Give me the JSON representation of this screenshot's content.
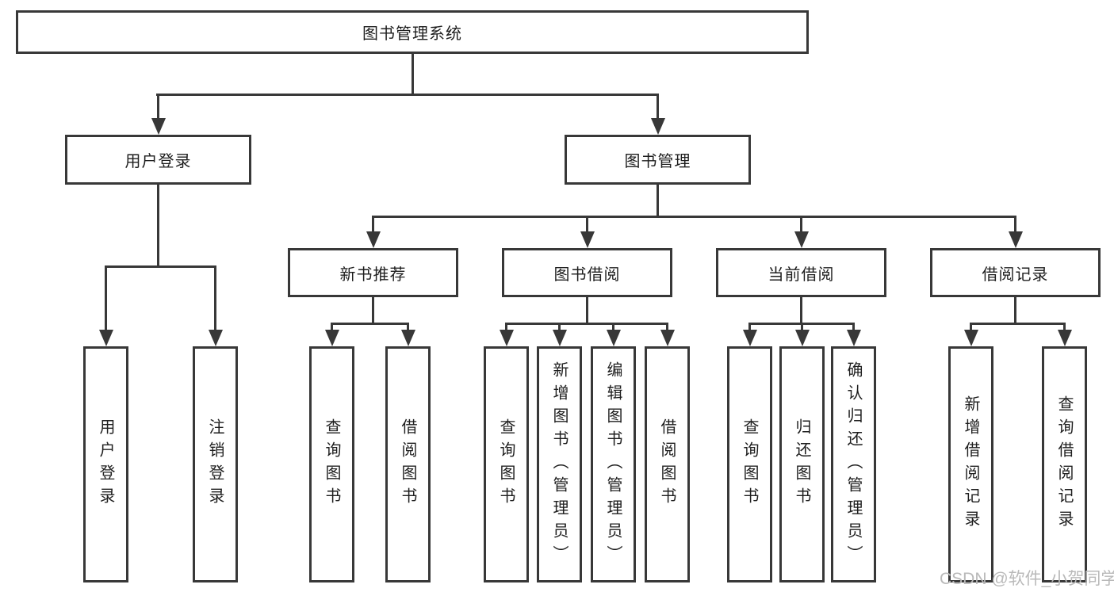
{
  "diagram": {
    "root": {
      "label": "图书管理系统"
    },
    "level2": [
      {
        "id": "user-login",
        "label": "用户登录"
      },
      {
        "id": "book-management",
        "label": "图书管理"
      }
    ],
    "level3": [
      {
        "id": "new-book-recommend",
        "parent": "图书管理",
        "label": "新书推荐"
      },
      {
        "id": "book-borrow",
        "parent": "图书管理",
        "label": "图书借阅"
      },
      {
        "id": "current-borrow",
        "parent": "图书管理",
        "label": "当前借阅"
      },
      {
        "id": "borrow-records",
        "parent": "图书管理",
        "label": "借阅记录"
      }
    ],
    "leaves": [
      {
        "parent": "用户登录",
        "label": "用户登录"
      },
      {
        "parent": "用户登录",
        "label": "注销登录"
      },
      {
        "parent": "新书推荐",
        "label": "查询图书"
      },
      {
        "parent": "新书推荐",
        "label": "借阅图书"
      },
      {
        "parent": "图书借阅",
        "label": "查询图书"
      },
      {
        "parent": "图书借阅",
        "label": "新增图书（管理员）"
      },
      {
        "parent": "图书借阅",
        "label": "编辑图书（管理员）"
      },
      {
        "parent": "图书借阅",
        "label": "借阅图书"
      },
      {
        "parent": "当前借阅",
        "label": "查询图书"
      },
      {
        "parent": "当前借阅",
        "label": "归还图书"
      },
      {
        "parent": "当前借阅",
        "label": "确认归还（管理员）"
      },
      {
        "parent": "借阅记录",
        "label": "新增借阅记录"
      },
      {
        "parent": "借阅记录",
        "label": "查询借阅记录"
      }
    ],
    "watermark": "CSDN @软件_小贺同学",
    "colors": {
      "line": "#383838",
      "text": "#1e1e1e",
      "background": "#ffffff",
      "watermark": "#b9b9b9"
    }
  }
}
